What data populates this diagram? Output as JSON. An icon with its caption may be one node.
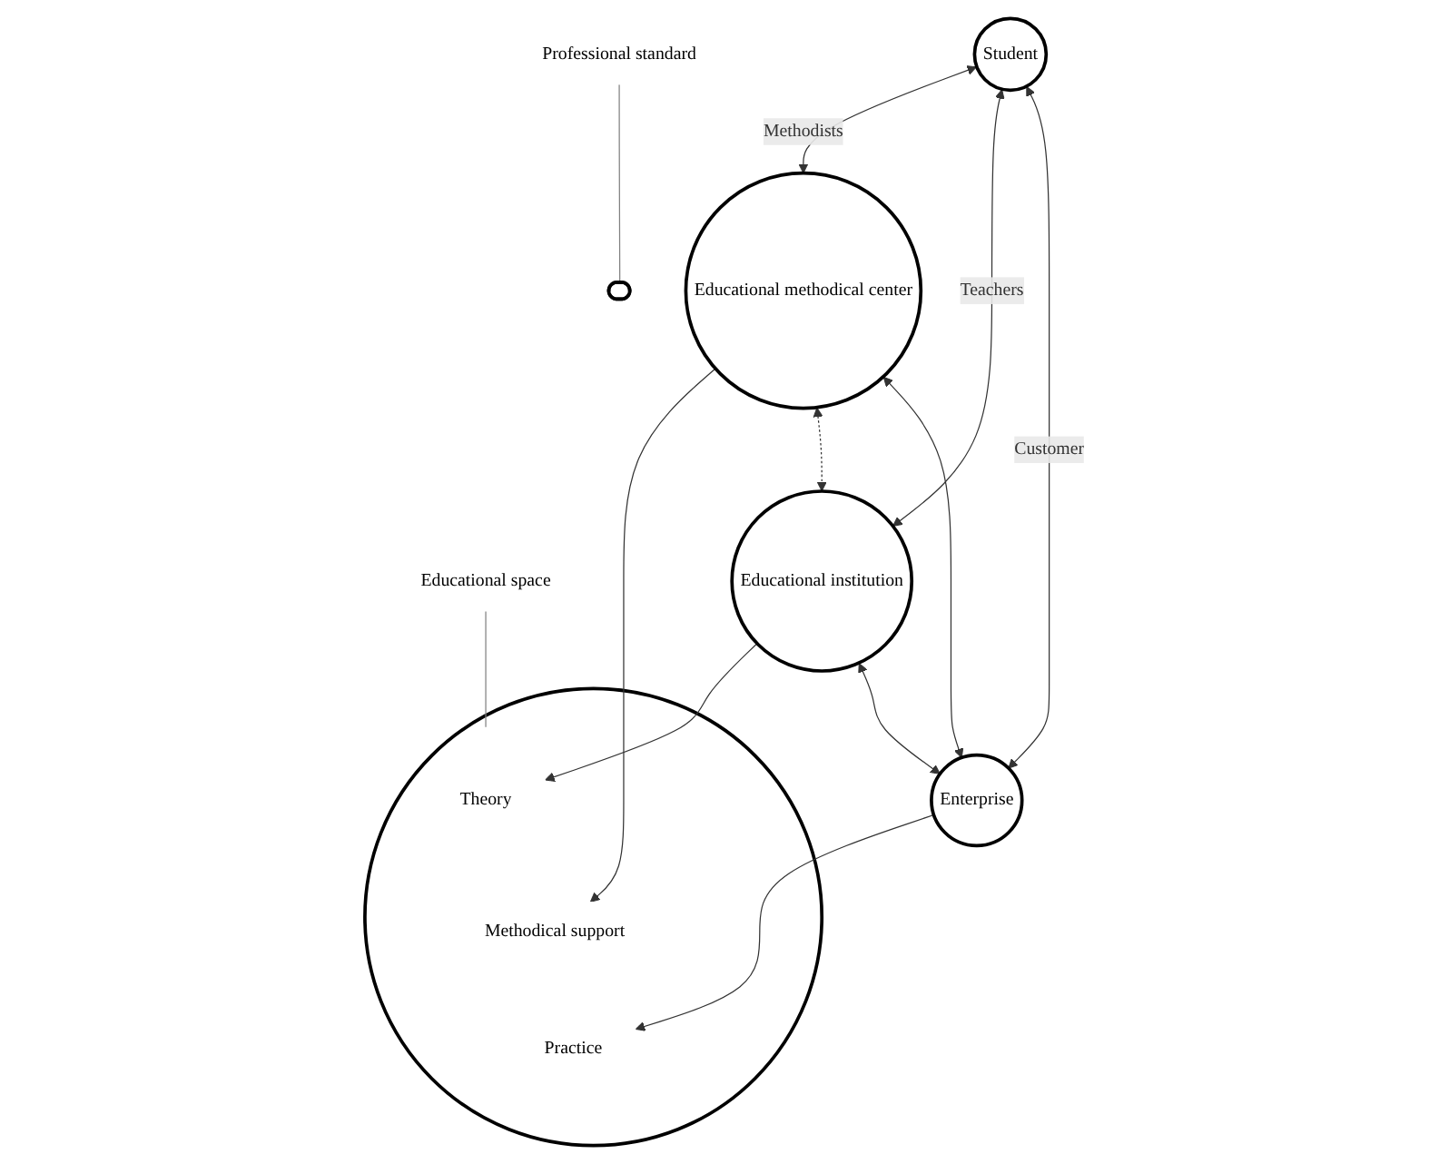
{
  "diagram": {
    "nodes": [
      {
        "text": [
          "Student"
        ]
      },
      {
        "text": [
          "Educational space"
        ]
      },
      {
        "text": [],
        "shape": "circle"
      },
      {
        "text": [
          "Theory"
        ],
        "in": 2
      },
      {
        "text": [
          "Educational institution"
        ]
      },
      {
        "text": [
          "Methodical support"
        ],
        "in": 2
      },
      {
        "text": [
          "Educational methodical center"
        ]
      },
      {
        "text": [
          "Practice"
        ],
        "in": 2
      },
      {
        "text": [],
        "shape": "ellipse"
      },
      {
        "text": [
          "Professional standard"
        ]
      },
      {
        "text": [
          "Enterprise"
        ]
      }
    ],
    "edges": [
      {
        "from": 1,
        "to": 2,
        "arrow": "none",
        "color": "#808080"
      },
      {
        "from": 0,
        "to": 6,
        "arrow": "both",
        "label": "Methodists"
      },
      {
        "from": 0,
        "to": 4,
        "arrow": "both",
        "label": "Teachers"
      },
      {
        "from": 0,
        "to": 10,
        "arrow": "both",
        "label": "Customer"
      },
      {
        "from": 4,
        "to": 3,
        "arrow": "to"
      },
      {
        "from": 6,
        "to": 5,
        "arrow": "to"
      },
      {
        "from": 6,
        "to": 4,
        "arrow": "both",
        "style": "dashed"
      },
      {
        "from": 6,
        "to": 10,
        "arrow": "both"
      },
      {
        "from": 4,
        "to": 10,
        "arrow": "both"
      },
      {
        "from": 10,
        "to": 7,
        "arrow": "to"
      },
      {
        "from": 9,
        "to": 8,
        "arrow": "none",
        "color": "#808080"
      }
    ]
  }
}
